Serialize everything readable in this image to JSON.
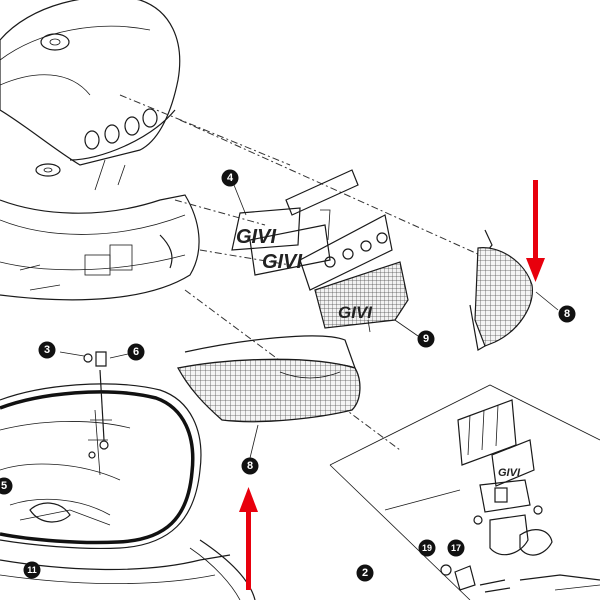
{
  "callouts": [
    {
      "id": "c4",
      "label": "4"
    },
    {
      "id": "c8a",
      "label": "8"
    },
    {
      "id": "c9",
      "label": "9"
    },
    {
      "id": "c3",
      "label": "3"
    },
    {
      "id": "c6",
      "label": "6"
    },
    {
      "id": "c8b",
      "label": "8"
    },
    {
      "id": "c5",
      "label": "5"
    },
    {
      "id": "c19",
      "label": "19"
    },
    {
      "id": "c17",
      "label": "17"
    },
    {
      "id": "c11",
      "label": "11"
    },
    {
      "id": "c2",
      "label": "2"
    }
  ],
  "logos": {
    "brand": "GIVI"
  },
  "colors": {
    "arrow": "#e8000d",
    "line": "#1a1a1a",
    "callout_fill": "#111111",
    "mesh": "#555555"
  },
  "arrows": [
    {
      "id": "arrow-upper-right",
      "direction": "down"
    },
    {
      "id": "arrow-lower-center",
      "direction": "up"
    }
  ]
}
